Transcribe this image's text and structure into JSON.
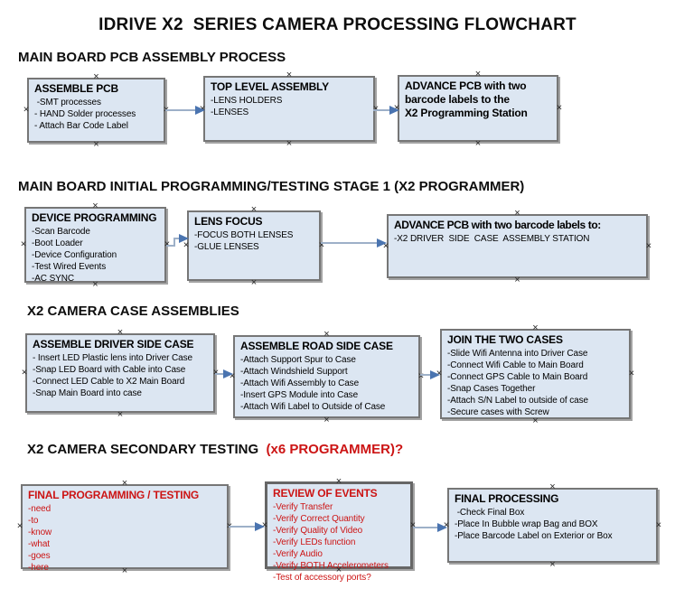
{
  "title": "IDRIVE X2  SERIES CAMERA PROCESSING FLOWCHART",
  "colors": {
    "box_fill": "#dce6f2",
    "box_border": "#767676",
    "arrow_line": "#9db0c8",
    "arrow_head": "#4a74b0",
    "red": "#cc1414",
    "handle": "#262626"
  },
  "sections": [
    {
      "heading": "MAIN BOARD PCB ASSEMBLY PROCESS",
      "boxes": [
        {
          "title": "ASSEMBLE PCB",
          "items": [
            " -SMT processes",
            "- HAND Solder processes",
            "- Attach Bar Code Label"
          ]
        },
        {
          "title": "TOP LEVEL ASSEMBLY",
          "items": [
            "-LENS HOLDERS",
            "-LENSES"
          ]
        },
        {
          "title": "ADVANCE PCB with two\nbarcode labels to the\n X2 Programming Station",
          "items": []
        }
      ]
    },
    {
      "heading": "MAIN BOARD INITIAL PROGRAMMING/TESTING STAGE 1 (X2 PROGRAMMER)",
      "boxes": [
        {
          "title": "DEVICE PROGRAMMING",
          "items": [
            "-Scan Barcode",
            "-Boot Loader",
            "-Device Configuration",
            "-Test Wired Events",
            "-AC SYNC"
          ]
        },
        {
          "title": "LENS FOCUS",
          "items": [
            "-FOCUS BOTH LENSES",
            "-GLUE LENSES"
          ]
        },
        {
          "title": "ADVANCE PCB with two barcode labels to:",
          "items": [
            "-X2 DRIVER  SIDE  CASE  ASSEMBLY STATION"
          ]
        }
      ]
    },
    {
      "heading": "X2 CAMERA CASE ASSEMBLIES",
      "boxes": [
        {
          "title": "ASSEMBLE DRIVER SIDE CASE",
          "items": [
            "- Insert LED Plastic lens into Driver Case",
            "-Snap LED Board with Cable into Case",
            "-Connect LED Cable to X2 Main Board",
            "-Snap Main Board into case"
          ]
        },
        {
          "title": "ASSEMBLE ROAD SIDE CASE",
          "items": [
            "-Attach Support Spur to Case",
            "-Attach Windshield Support",
            "-Attach Wifi Assembly to Case",
            "-Insert GPS Module into Case",
            "-Attach Wifi Label to Outside of Case"
          ]
        },
        {
          "title": "JOIN THE TWO CASES",
          "items": [
            "-Slide Wifi Antenna into Driver Case",
            "-Connect Wifi Cable to Main Board",
            "-Connect GPS Cable to Main Board",
            "-Snap Cases Together",
            "-Attach S/N Label to outside of case",
            "-Secure cases with Screw"
          ]
        }
      ]
    },
    {
      "heading": "X2 CAMERA SECONDARY TESTING  ",
      "heading_suffix": "(x6 PROGRAMMER)?",
      "boxes": [
        {
          "title": "FINAL PROGRAMMING / TESTING",
          "items": [
            "-need",
            "-to",
            "-know",
            "-what",
            "-goes",
            "-here"
          ]
        },
        {
          "title": "REVIEW OF EVENTS",
          "items": [
            "-Verify Transfer",
            "-Verify Correct Quantity",
            "-Verify Quality of Video",
            "-Verify LEDs function",
            "-Verify Audio",
            "-Verify BOTH Accelerometers",
            "-Test of accessory ports?"
          ]
        },
        {
          "title": "FINAL PROCESSING",
          "items": [
            " -Check Final Box",
            "-Place In Bubble wrap Bag and BOX",
            "-Place Barcode Label on Exterior or Box"
          ]
        }
      ]
    }
  ]
}
